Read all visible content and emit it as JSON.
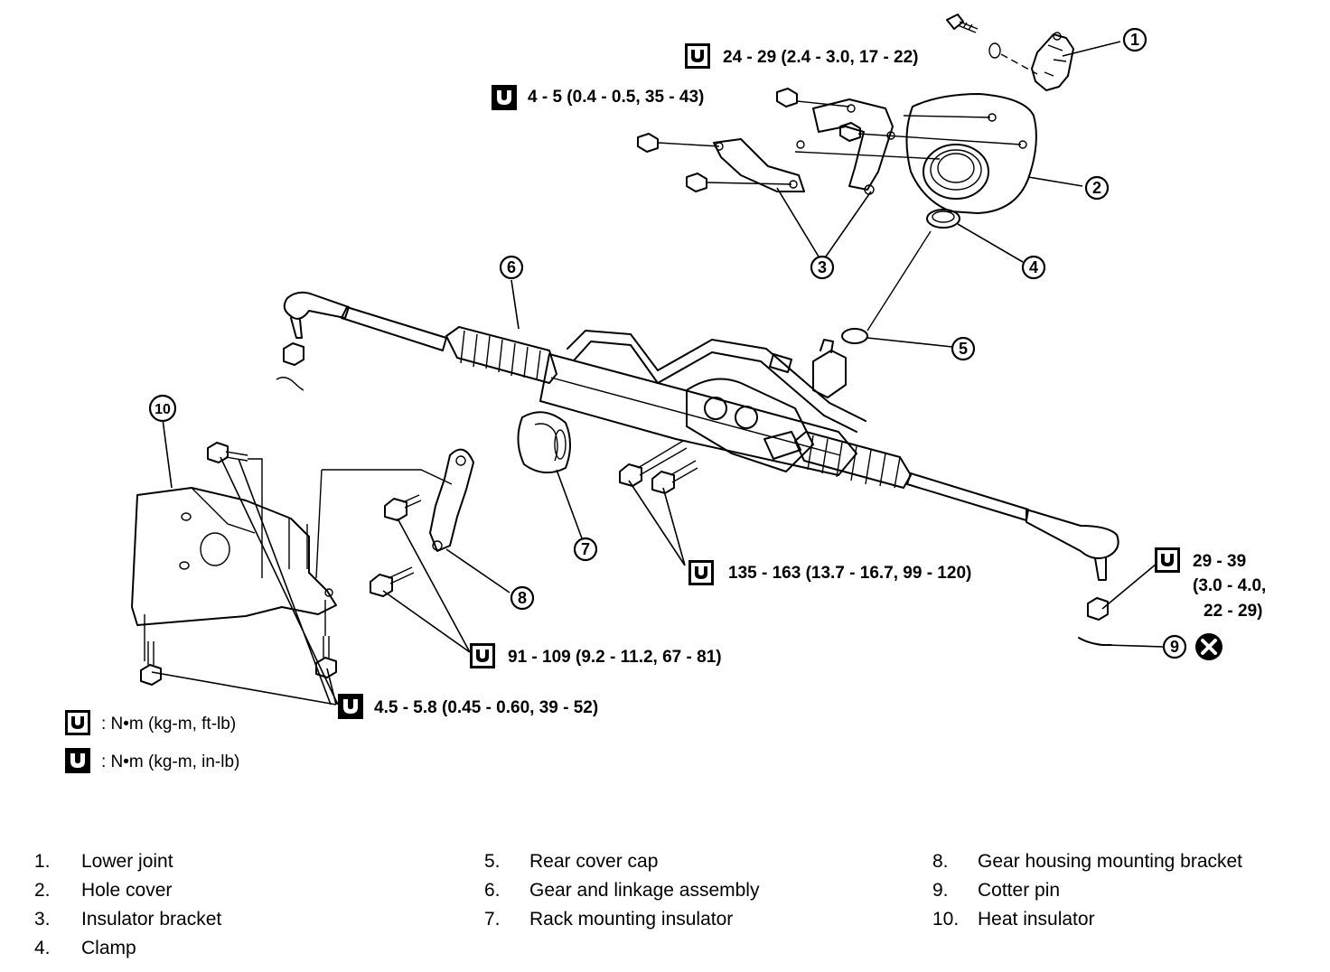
{
  "torque_specs": {
    "spec_1": "24 - 29 (2.4 - 3.0, 17 - 22)",
    "spec_2": "4 - 5 (0.4 - 0.5, 35 - 43)",
    "spec_3": "135 - 163 (13.7 - 16.7, 99 - 120)",
    "spec_4_line1": "29 - 39",
    "spec_4_line2": "(3.0 - 4.0,",
    "spec_4_line3": "22 - 29)",
    "spec_5": "91 - 109 (9.2 - 11.2, 67 - 81)",
    "spec_6": "4.5 - 5.8 (0.45 - 0.60, 39 - 52)"
  },
  "legend": {
    "ftlb": ": N•m (kg-m, ft-lb)",
    "inlb": ": N•m (kg-m, in-lb)"
  },
  "callouts": [
    "1",
    "2",
    "3",
    "4",
    "5",
    "6",
    "7",
    "8",
    "9",
    "10"
  ],
  "parts_list": [
    {
      "num": "1.",
      "name": "Lower joint"
    },
    {
      "num": "2.",
      "name": "Hole cover"
    },
    {
      "num": "3.",
      "name": "Insulator bracket"
    },
    {
      "num": "4.",
      "name": "Clamp"
    },
    {
      "num": "5.",
      "name": "Rear cover cap"
    },
    {
      "num": "6.",
      "name": "Gear and linkage assembly"
    },
    {
      "num": "7.",
      "name": "Rack mounting insulator"
    },
    {
      "num": "8.",
      "name": "Gear housing mounting bracket"
    },
    {
      "num": "9.",
      "name": "Cotter pin"
    },
    {
      "num": "10.",
      "name": "Heat insulator"
    }
  ]
}
